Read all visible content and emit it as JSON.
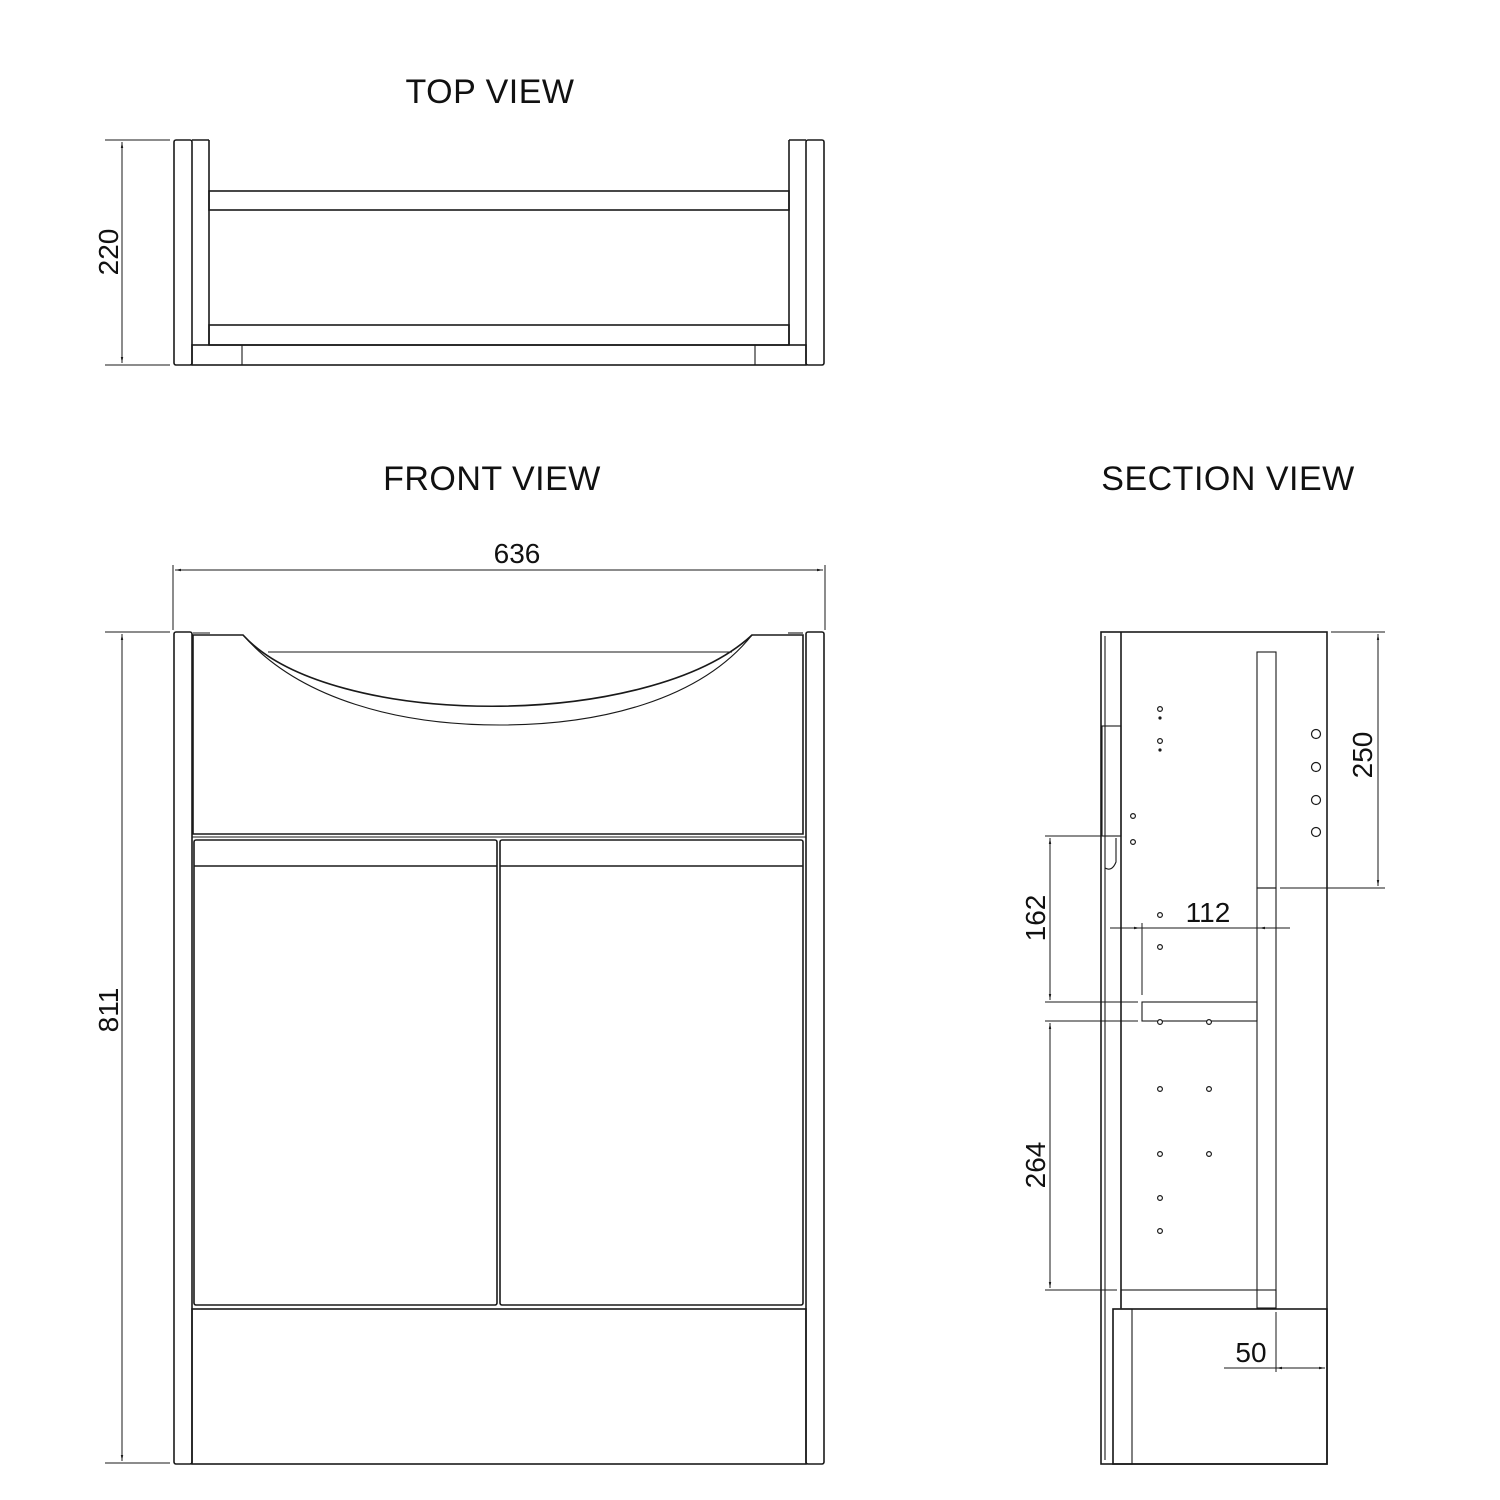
{
  "views": {
    "top": {
      "title": "TOP VIEW",
      "depth_dim": "220"
    },
    "front": {
      "title": "FRONT VIEW",
      "width_dim": "636",
      "height_dim": "811"
    },
    "section": {
      "title": "SECTION VIEW",
      "dims": {
        "basin_depth": "250",
        "upper_opening": "162",
        "shelf_depth": "112",
        "lower_opening": "264",
        "plinth_recess": "50"
      }
    }
  },
  "colors": {
    "line": "#1a1a1a",
    "background": "#ffffff"
  }
}
